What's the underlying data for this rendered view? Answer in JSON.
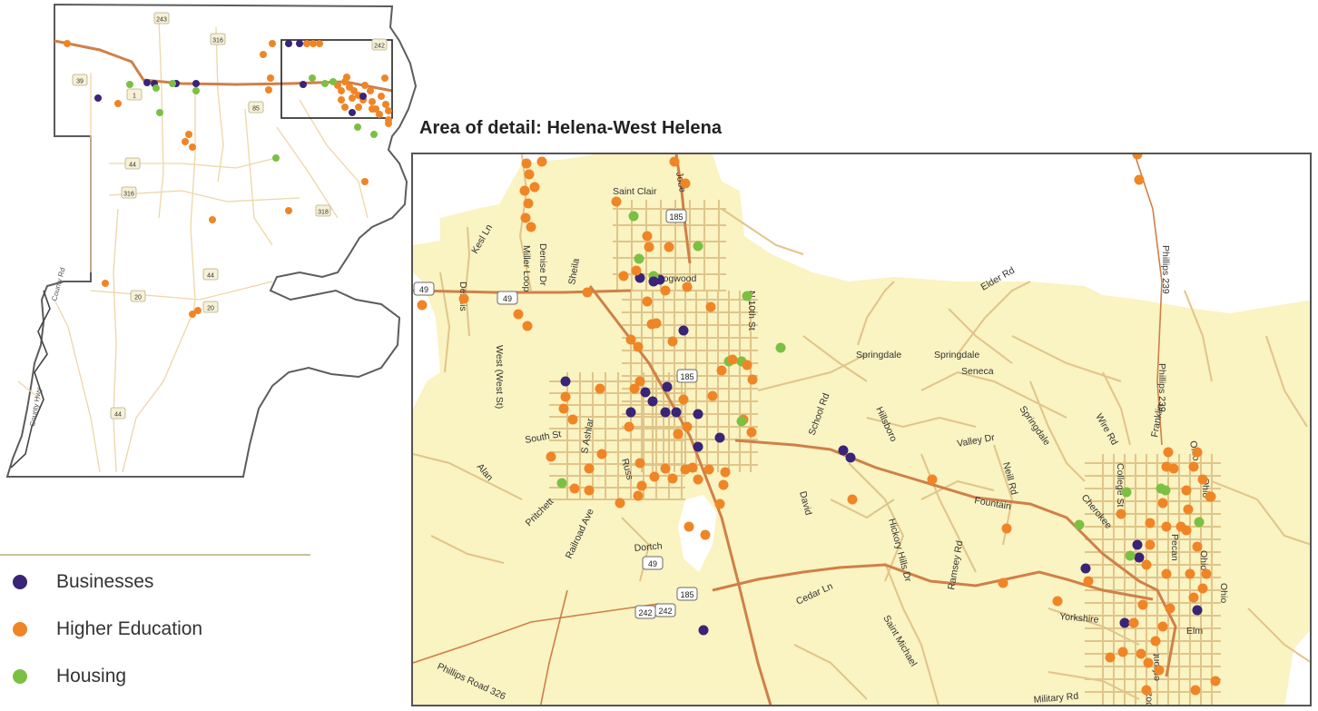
{
  "title": "Area of detail: Helena-West Helena",
  "colors": {
    "businesses": "#3a2477",
    "higher_education": "#f08526",
    "housing": "#7bc043",
    "land": "#faf3c2",
    "road": "#e0c58a",
    "highway": "#cf8048"
  },
  "legend": [
    {
      "label": "Businesses",
      "color": "#3a2477"
    },
    {
      "label": "Higher Education",
      "color": "#f08526"
    },
    {
      "label": "Housing",
      "color": "#7bc043"
    }
  ],
  "county_map": {
    "highway_shields": [
      "243",
      "316",
      "242",
      "39",
      "1",
      "85",
      "44",
      "316",
      "318",
      "20",
      "44",
      "20",
      "44"
    ],
    "road_labels": [
      "County Rd",
      "County Hwy"
    ]
  },
  "detail_map": {
    "street_labels": [
      "Jobe",
      "Saint Clair",
      "Kesl Ln",
      "Miller Loop",
      "Denise Dr",
      "Dennis",
      "Sheila",
      "Dogwood",
      "N 10th St",
      "Elder Rd",
      "Phillips 239",
      "Phillips 239",
      "West (West St)",
      "Springdale",
      "Springdale",
      "Seneca",
      "School Rd",
      "Hillsboro",
      "Valley Dr",
      "Neill Rd",
      "Springdale",
      "Wire Rd",
      "College St",
      "Franklin",
      "Ohio",
      "Ohio",
      "South St",
      "S Ashlar",
      "Russ",
      "Alan",
      "David",
      "Fountain",
      "Hickory Hills Dr",
      "Cherokee",
      "Pecan",
      "Ohio",
      "Ohio",
      "Pritchett",
      "Railroad Ave",
      "Dortch",
      "Ramsey Rd",
      "Cedar Ln",
      "Saint Michael",
      "Yorkshire",
      "Elm",
      "Phillips Road 326",
      "Military Rd",
      "erfront",
      "zoo"
    ],
    "highway_shields": [
      "185",
      "49",
      "49",
      "185",
      "49",
      "242",
      "185",
      "242"
    ]
  }
}
